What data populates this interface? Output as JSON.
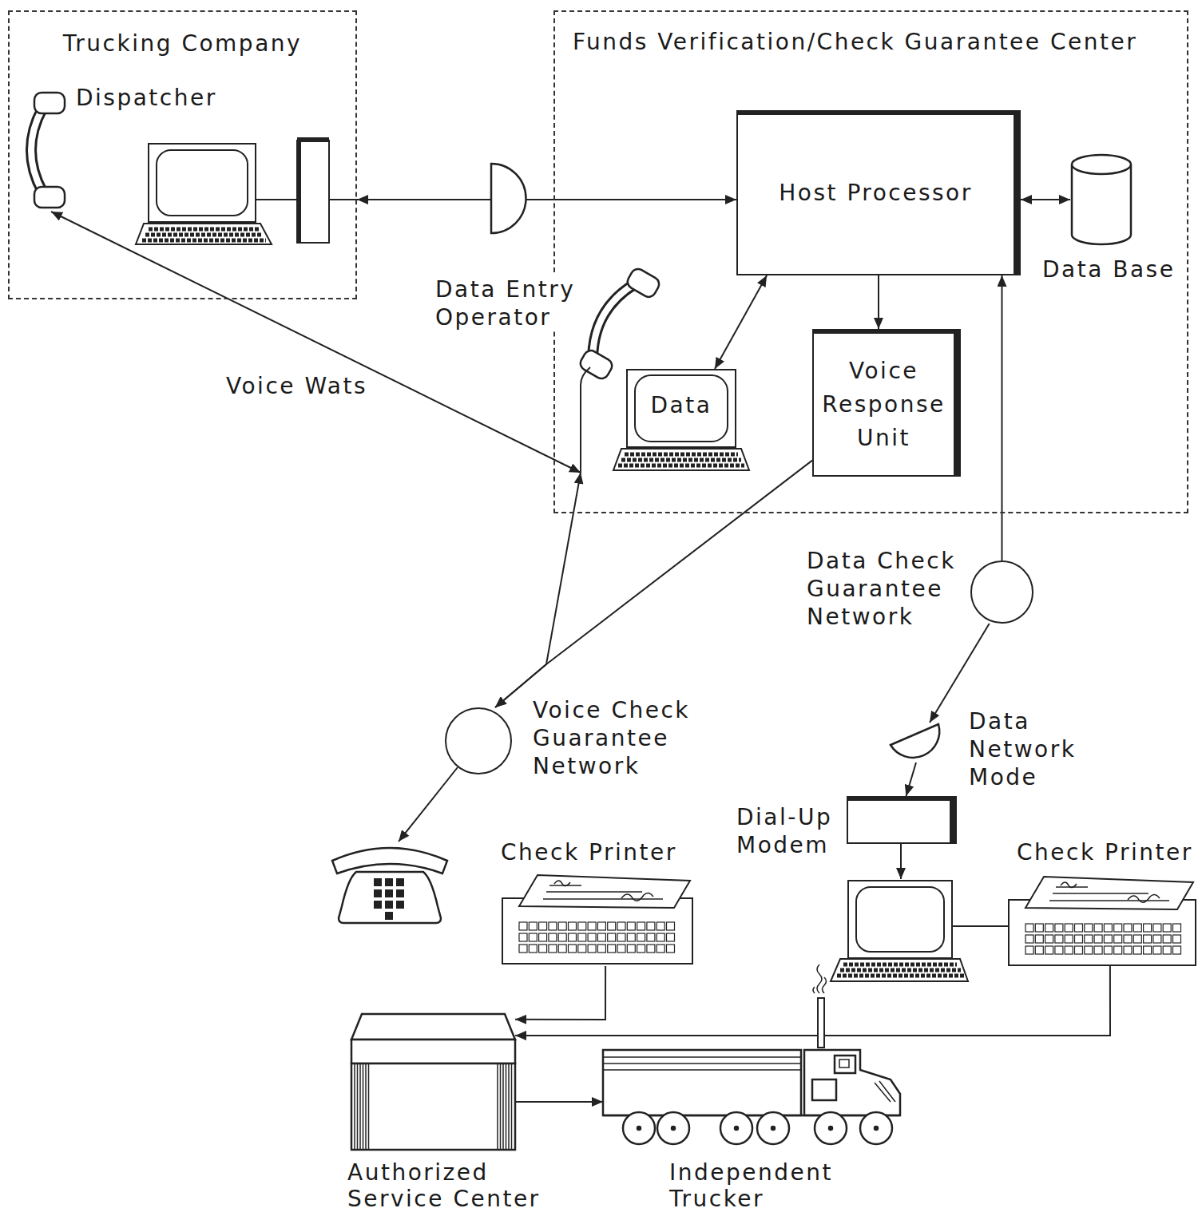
{
  "diagram": {
    "nodes": [
      {
        "text": [
          "Trucking Company"
        ]
      },
      {
        "text": [
          "Dispatcher"
        ],
        "in": 0
      },
      {
        "text": [
          "Funds Verification/Check Guarantee Center"
        ]
      },
      {
        "text": [
          "Host Processor"
        ],
        "in": 2
      },
      {
        "text": [
          "Data Base"
        ],
        "in": 2
      },
      {
        "text": [
          "Data Entry Operator"
        ],
        "in": 2
      },
      {
        "text": [
          "Data"
        ],
        "in": 2
      },
      {
        "text": [
          "Voice Response Unit"
        ],
        "in": 2
      },
      {
        "text": [
          "Data Check Guarantee Network"
        ]
      },
      {
        "text": [
          "Voice Check Guarantee Network"
        ]
      },
      {
        "text": [
          "Data Network Mode"
        ]
      },
      {
        "text": [
          "Dial-Up Modem"
        ]
      },
      {
        "text": [
          "Check Printer"
        ]
      },
      {
        "text": [
          "Check Printer"
        ]
      },
      {
        "text": [
          "Authorized Service Center"
        ]
      },
      {
        "text": [
          "Independent Trucker"
        ]
      }
    ],
    "edges": [
      {
        "from": 0,
        "to": 3,
        "arrow": "both"
      },
      {
        "from": 1,
        "to": 5,
        "label": "Voice Wats",
        "arrow": "both"
      },
      {
        "from": 3,
        "to": 4,
        "arrow": "both"
      },
      {
        "from": 3,
        "to": 6,
        "arrow": "both"
      },
      {
        "from": 3,
        "to": 7,
        "arrow": "to"
      },
      {
        "from": 5,
        "to": 9,
        "arrow": "both"
      },
      {
        "from": 7,
        "to": 9,
        "arrow": "to"
      },
      {
        "from": 8,
        "to": 3,
        "arrow": "to"
      },
      {
        "from": 8,
        "to": 10,
        "arrow": "to"
      },
      {
        "from": 10,
        "to": 11,
        "arrow": "to"
      },
      {
        "from": 12,
        "to": 14,
        "arrow": "to"
      },
      {
        "from": 13,
        "to": 14,
        "arrow": "to"
      },
      {
        "from": 14,
        "to": 15,
        "arrow": "to"
      }
    ]
  }
}
